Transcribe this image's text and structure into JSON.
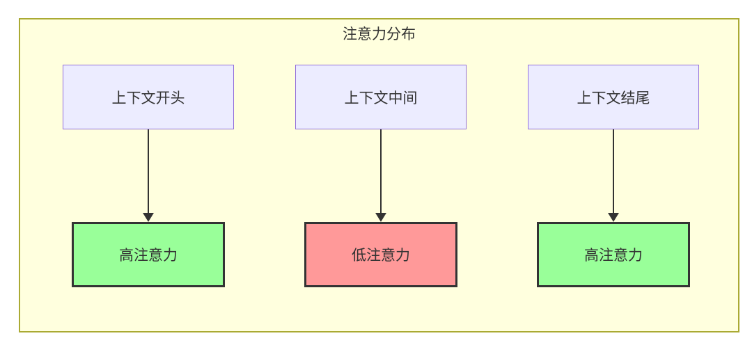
{
  "diagram": {
    "title": "注意力分布",
    "columns": [
      {
        "source": "上下文开头",
        "result": "高注意力",
        "level": "high"
      },
      {
        "source": "上下文中间",
        "result": "低注意力",
        "level": "low"
      },
      {
        "source": "上下文结尾",
        "result": "高注意力",
        "level": "high"
      }
    ],
    "colors": {
      "cluster_fill": "#ffffde",
      "cluster_border": "#aaaa33",
      "source_fill": "#ececff",
      "source_border": "#9370db",
      "high_fill": "#99ff99",
      "low_fill": "#ff9999",
      "result_border": "#333333",
      "arrow": "#333333",
      "text": "#333333"
    }
  }
}
